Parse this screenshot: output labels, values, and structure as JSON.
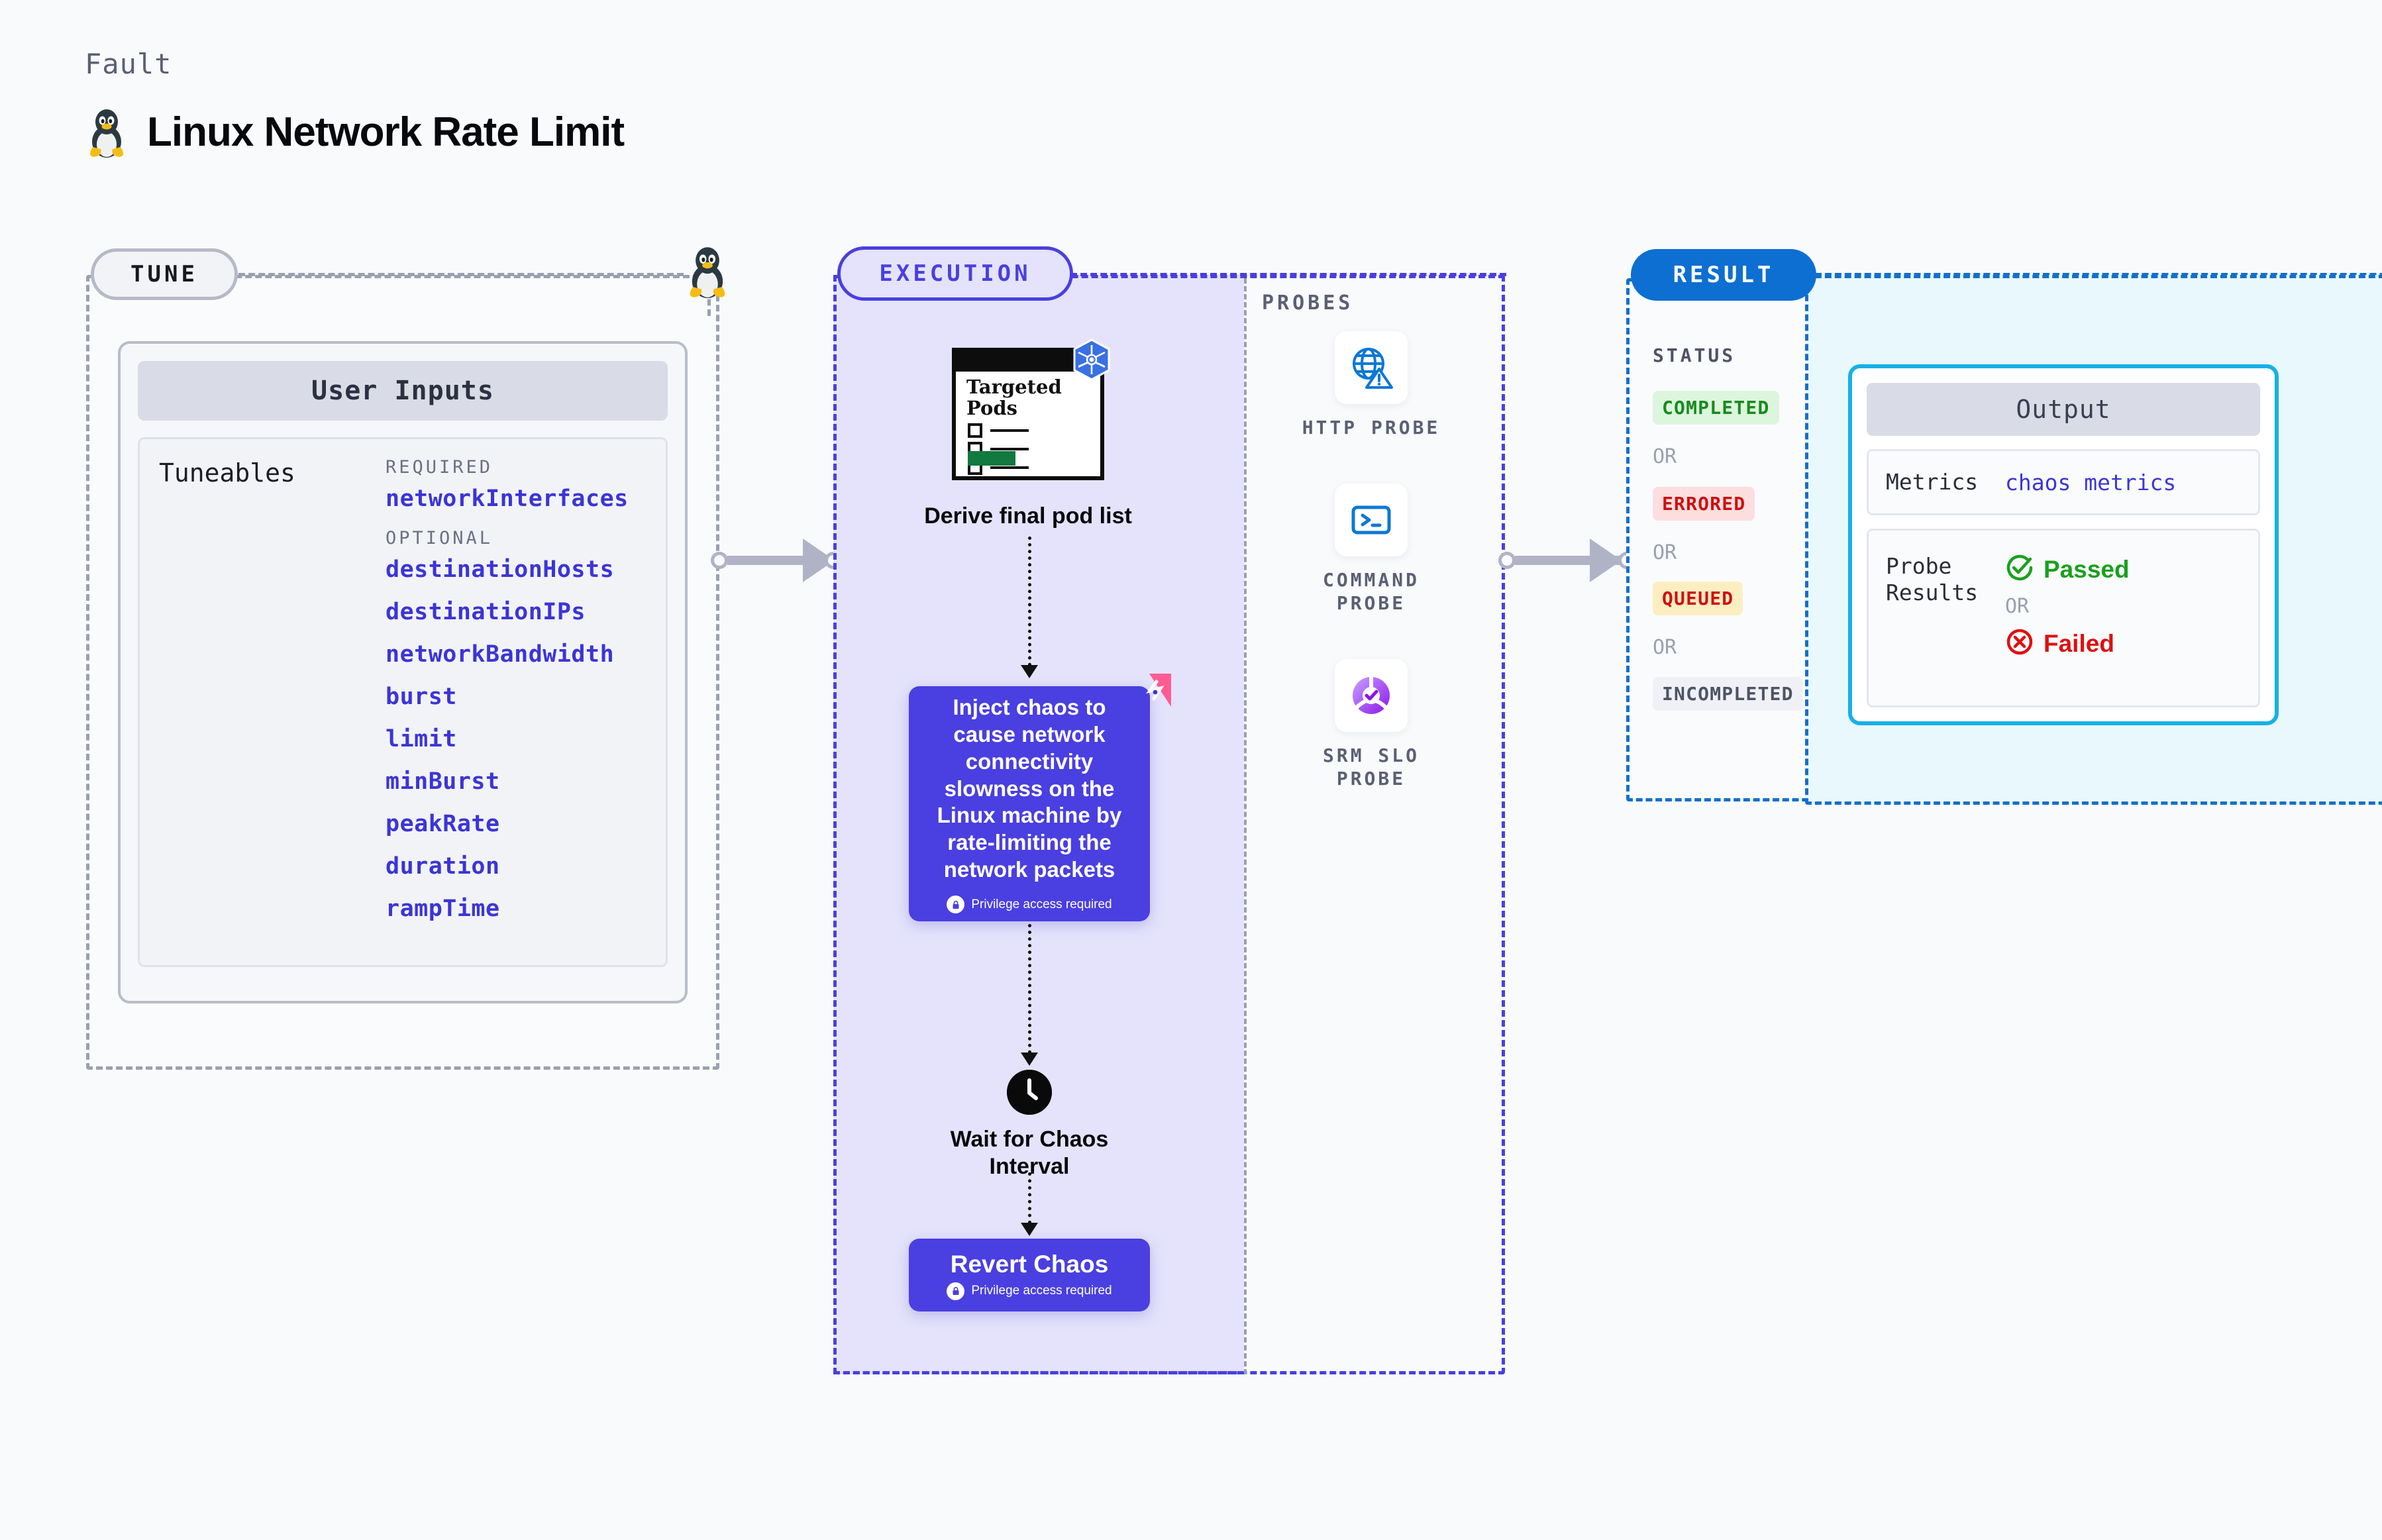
{
  "header": {
    "kicker": "Fault",
    "title": "Linux Network Rate Limit",
    "icon": "linux-penguin-icon"
  },
  "tune": {
    "pill_label": "TUNE",
    "card_header": "User Inputs",
    "tuneables_label": "Tuneables",
    "groups": [
      {
        "title": "REQUIRED",
        "items": [
          "networkInterfaces"
        ]
      },
      {
        "title": "OPTIONAL",
        "items": [
          "destinationHosts",
          "destinationIPs",
          "networkBandwidth",
          "burst",
          "limit",
          "minBurst",
          "peakRate",
          "duration",
          "rampTime"
        ]
      }
    ]
  },
  "execution": {
    "pill_label": "EXECUTION",
    "pods_card": {
      "title": "Targeted Pods",
      "badge_icon": "kubernetes-icon",
      "checkbox_count": 3
    },
    "derive_label": "Derive final pod list",
    "inject": {
      "text": "Inject chaos to cause network connectivity slowness on the Linux machine by rate-limiting the network packets",
      "privilege_note": "Privilege access required",
      "corner_icon": "litmuschaos-icon"
    },
    "wait": {
      "icon": "clock-icon",
      "label": "Wait for Chaos Interval"
    },
    "revert": {
      "title": "Revert Chaos",
      "privilege_note": "Privilege access required"
    }
  },
  "probes": {
    "section_label": "PROBES",
    "items": [
      {
        "label": "HTTP PROBE",
        "icon": "globe-warning-icon"
      },
      {
        "label": "COMMAND PROBE",
        "icon": "terminal-icon"
      },
      {
        "label": "SRM SLO PROBE",
        "icon": "slo-check-icon"
      }
    ]
  },
  "result": {
    "pill_label": "RESULT",
    "status_label": "STATUS",
    "or_label": "OR",
    "statuses": [
      {
        "label": "COMPLETED",
        "bg": "#dcf5dd",
        "fg": "#1a8a1f"
      },
      {
        "label": "ERRORED",
        "bg": "#fcdede",
        "fg": "#cc1111"
      },
      {
        "label": "QUEUED",
        "bg": "#fdeec2",
        "fg": "#cc1111"
      },
      {
        "label": "INCOMPLETED",
        "bg": "#f0f1f6",
        "fg": "#4e5466"
      }
    ]
  },
  "output": {
    "header": "Output",
    "metrics_key": "Metrics",
    "metrics_value": "chaos metrics",
    "probe_results_key": "Probe Results",
    "or_label": "OR",
    "passed_label": "Passed",
    "failed_label": "Failed",
    "passed_color": "#1aa01e",
    "failed_color": "#dd1111"
  },
  "colors": {
    "accent_indigo": "#4a3fe0",
    "accent_blue": "#0d6fd1",
    "accent_cyan": "#17b0e6",
    "muted": "#9aa0b0",
    "page_bg": "#f9fafc"
  }
}
